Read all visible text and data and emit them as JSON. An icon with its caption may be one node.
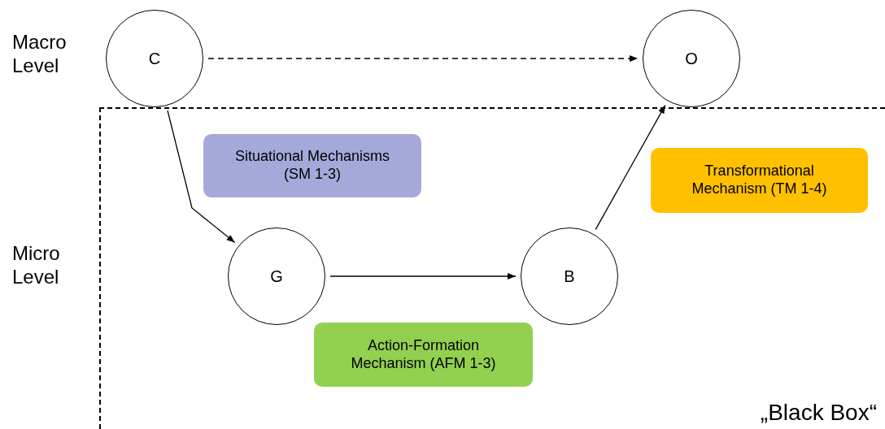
{
  "diagram": {
    "nodes": [
      {
        "text": [
          "C"
        ]
      },
      {
        "text": [
          "O"
        ]
      },
      {
        "text": [
          "„Black Box“"
        ]
      },
      {
        "text": [
          "Situational Mechanisms (SM 1-3)"
        ],
        "in": 2
      },
      {
        "text": [
          "G"
        ],
        "in": 2
      },
      {
        "text": [
          "B"
        ],
        "in": 2
      },
      {
        "text": [
          "Transformational Mechanism (TM 1-4)"
        ],
        "in": 2
      },
      {
        "text": [
          "Action-Formation Mechanism (AFM 1-3)"
        ],
        "in": 2
      }
    ],
    "edges": [
      {
        "from": 0,
        "to": 1,
        "arrow": "to",
        "style": "dashed"
      },
      {
        "from": 0,
        "to": 4,
        "arrow": "to"
      },
      {
        "from": 4,
        "to": 5,
        "arrow": "to"
      },
      {
        "from": 5,
        "to": 1,
        "arrow": "to"
      }
    ],
    "labels": [
      "Macro Level",
      "Micro Level"
    ]
  }
}
